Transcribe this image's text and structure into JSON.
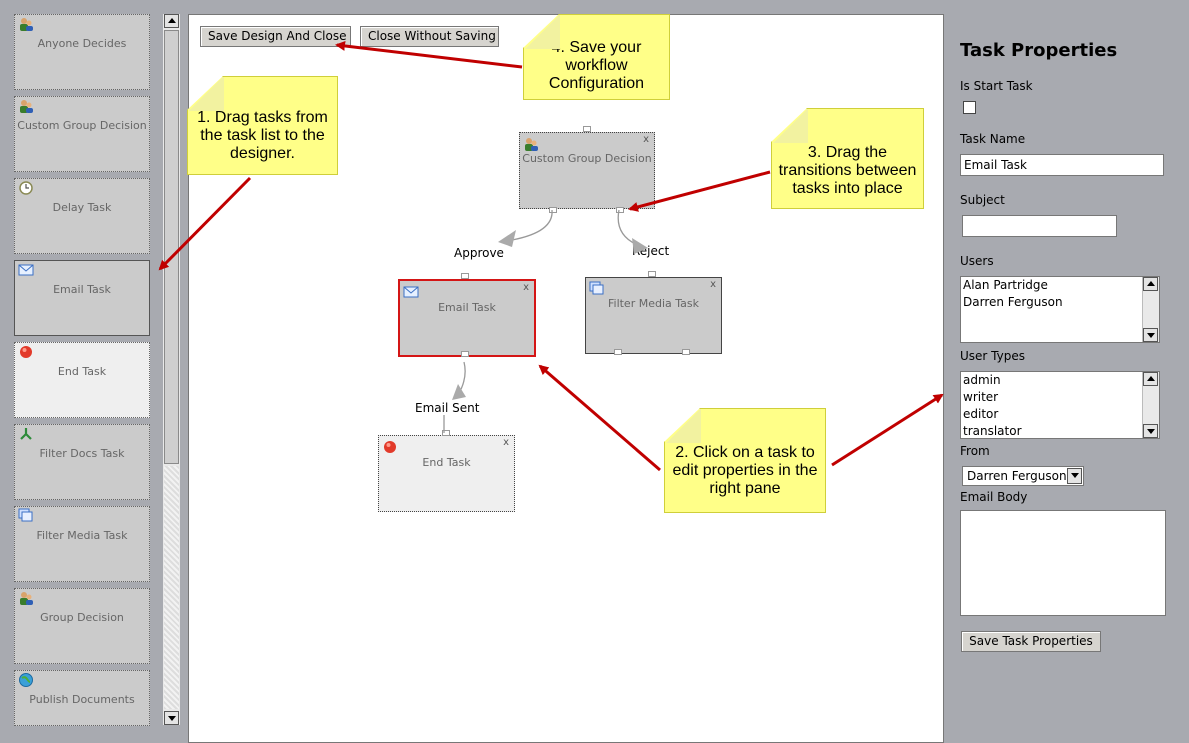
{
  "task_list": {
    "items": [
      {
        "label": "Anyone Decides",
        "icon": "users-icon"
      },
      {
        "label": "Custom Group Decision",
        "icon": "users-icon"
      },
      {
        "label": "Delay Task",
        "icon": "clock-icon"
      },
      {
        "label": "Email Task",
        "icon": "envelope-icon"
      },
      {
        "label": "End Task",
        "icon": "stop-circle-icon"
      },
      {
        "label": "Filter Docs Task",
        "icon": "filter-tree-icon"
      },
      {
        "label": "Filter Media Task",
        "icon": "media-stack-icon"
      },
      {
        "label": "Group Decision",
        "icon": "users-icon"
      },
      {
        "label": "Publish Documents",
        "icon": "globe-icon"
      }
    ]
  },
  "designer": {
    "save_button": "Save Design And Close",
    "close_button": "Close Without Saving",
    "nodes": {
      "custom_group": {
        "label": "Custom Group Decision",
        "close": "x"
      },
      "email": {
        "label": "Email Task",
        "close": "x"
      },
      "filter_media": {
        "label": "Filter Media Task",
        "close": "x"
      },
      "end": {
        "label": "End Task",
        "close": "x"
      }
    },
    "transitions": {
      "approve": "Approve",
      "reject": "Reject",
      "email_sent": "Email Sent"
    }
  },
  "notes": {
    "drag_tasks": "1. Drag tasks from the task list to the designer.",
    "click_task": "2. Click on a task to edit properties in the right pane",
    "drag_transitions": "3. Drag the transitions between tasks into place",
    "save_workflow": "4. Save your workflow Configuration"
  },
  "properties": {
    "title": "Task Properties",
    "is_start_task_label": "Is Start Task",
    "task_name_label": "Task Name",
    "task_name_value": "Email Task",
    "subject_label": "Subject",
    "subject_value": "",
    "users_label": "Users",
    "users": [
      "Alan Partridge",
      "Darren Ferguson"
    ],
    "user_types_label": "User Types",
    "user_types": [
      "admin",
      "writer",
      "editor",
      "translator"
    ],
    "from_label": "From",
    "from_value": "Darren Ferguson",
    "email_body_label": "Email Body",
    "email_body_value": "",
    "save_button": "Save Task Properties"
  },
  "colors": {
    "background": "#a8aab0",
    "note": "#ffff88",
    "arrow": "#c00000",
    "selected_border": "#d41515"
  }
}
